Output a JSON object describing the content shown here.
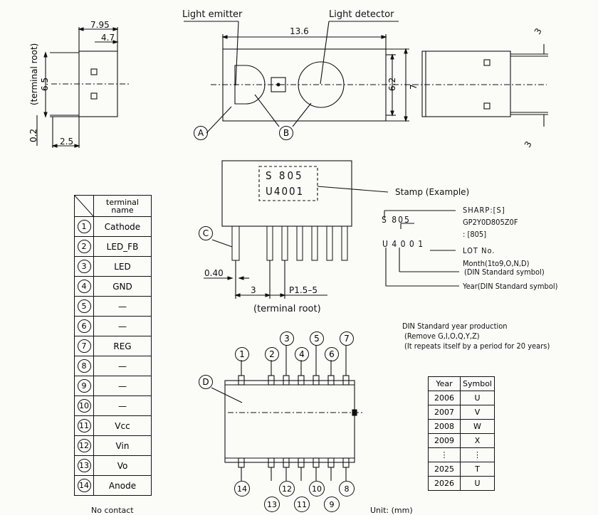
{
  "top_view": {
    "light_emitter": "Light emitter",
    "light_detector": "Light detector",
    "terminal_root_side": "(terminal root)",
    "dims": {
      "d_795": "7.95",
      "d_47": "4.7",
      "d_65": "6.5",
      "d_02": "0.2",
      "d_25": "2.5",
      "d_136": "13.6",
      "d_62": "6.2",
      "d_7": "7",
      "d_3a": "3",
      "d_3b": "3"
    },
    "markers": {
      "a": "A",
      "b": "B",
      "c": "C",
      "d": "D"
    }
  },
  "stamp": {
    "line1": "S 805",
    "line2": "U4001",
    "callout": "Stamp (Example)",
    "legend": {
      "sharp": "SHARP:[S]",
      "s805": "S 805",
      "part": "GP2Y0D805Z0F",
      "part_code": ": [805]",
      "lot_code": "U 4 0 0 1",
      "lot": "LOT No.",
      "month": "Month(1to9,O,N,D)",
      "month_note": "(DIN Standard symbol)",
      "year": "Year(DIN Standard symbol)"
    }
  },
  "side_view": {
    "d_040": "0.40",
    "d_3": "3",
    "pitch": "P1.5–5",
    "terminal_root": "(terminal root)"
  },
  "terminal_table": {
    "header": "terminal name",
    "rows": [
      {
        "num": "1",
        "name": "Cathode"
      },
      {
        "num": "2",
        "name": "LED_FB"
      },
      {
        "num": "3",
        "name": "LED"
      },
      {
        "num": "4",
        "name": "GND"
      },
      {
        "num": "5",
        "name": "—"
      },
      {
        "num": "6",
        "name": "—"
      },
      {
        "num": "7",
        "name": "REG"
      },
      {
        "num": "8",
        "name": "—"
      },
      {
        "num": "9",
        "name": "—"
      },
      {
        "num": "10",
        "name": "—"
      },
      {
        "num": "11",
        "name": "Vcc"
      },
      {
        "num": "12",
        "name": "Vin"
      },
      {
        "num": "13",
        "name": "Vo"
      },
      {
        "num": "14",
        "name": "Anode"
      }
    ]
  },
  "year_production": {
    "title": "DIN Standard year production",
    "note1": "(Remove G,I,O,Q,Y,Z)",
    "note2": "(It repeats itself by a period for 20 years)",
    "headers": [
      "Year",
      "Symbol"
    ],
    "rows": [
      [
        "2006",
        "U"
      ],
      [
        "2007",
        "V"
      ],
      [
        "2008",
        "W"
      ],
      [
        "2009",
        "X"
      ],
      [
        "⋮",
        "⋮"
      ],
      [
        "2025",
        "T"
      ],
      [
        "2026",
        "U"
      ]
    ]
  },
  "bottom_view": {
    "pins_top": [
      "1",
      "2",
      "3",
      "4",
      "5",
      "6",
      "7"
    ],
    "pins_bottom": [
      "14",
      "13",
      "12",
      "11",
      "10",
      "9",
      "8"
    ]
  },
  "footer": {
    "left": "No contact",
    "right": "Unit: (mm)"
  },
  "colors": {
    "ink": "#111111",
    "paper": "#fbfbf8"
  }
}
